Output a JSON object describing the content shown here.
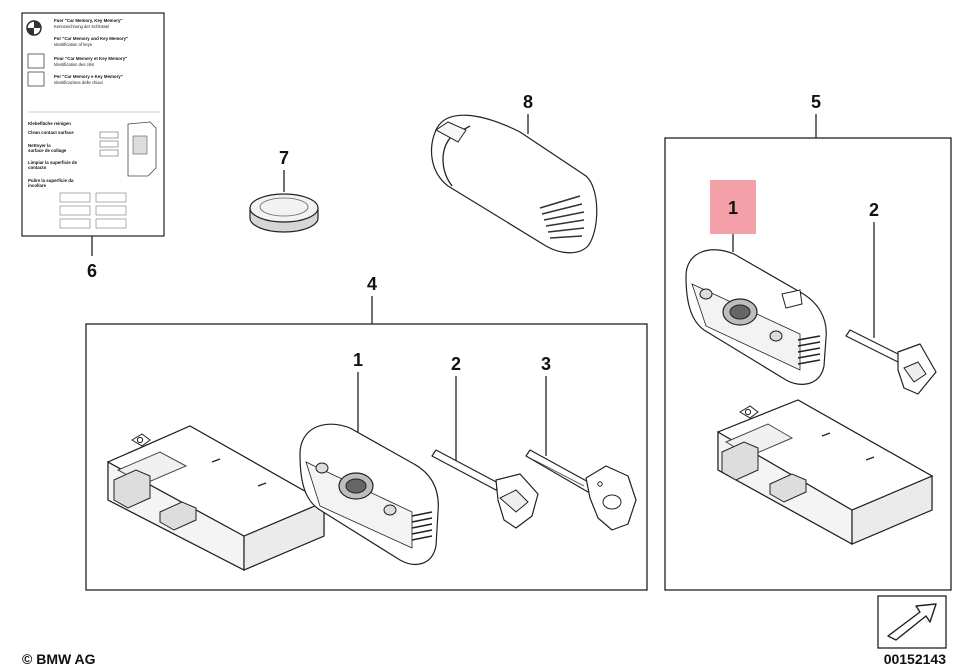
{
  "diagram": {
    "callouts": [
      {
        "id": "6",
        "label": "6"
      },
      {
        "id": "7",
        "label": "7"
      },
      {
        "id": "8",
        "label": "8"
      },
      {
        "id": "4",
        "label": "4"
      },
      {
        "id": "4-1",
        "label": "1"
      },
      {
        "id": "4-2",
        "label": "2"
      },
      {
        "id": "4-3",
        "label": "3"
      },
      {
        "id": "5",
        "label": "5"
      },
      {
        "id": "5-1",
        "label": "1"
      },
      {
        "id": "5-2",
        "label": "2"
      }
    ],
    "highlight_color": "#f4a0a8",
    "booklet": {
      "lines": [
        "Fuer \"Car Memory, Key Memory\"",
        "Kennzeichnung der Schlüssel",
        "For \"Car Memory and Key Memory\"",
        "Identification of keys",
        "Pour \"Car Memory et Key Memory\"",
        "Identification des clés",
        "Per \"Car Memory e Key Memory\"",
        "Identificazione delle chiavi",
        "Klebefläche reinigen",
        "Clean contact surface",
        "Nettoyer la",
        "surface de collage",
        "Limpiar la superficie de",
        "contacto",
        "Pulire la superficie da",
        "incollare"
      ]
    },
    "copyright": "© BMW AG",
    "code": "00152143"
  }
}
